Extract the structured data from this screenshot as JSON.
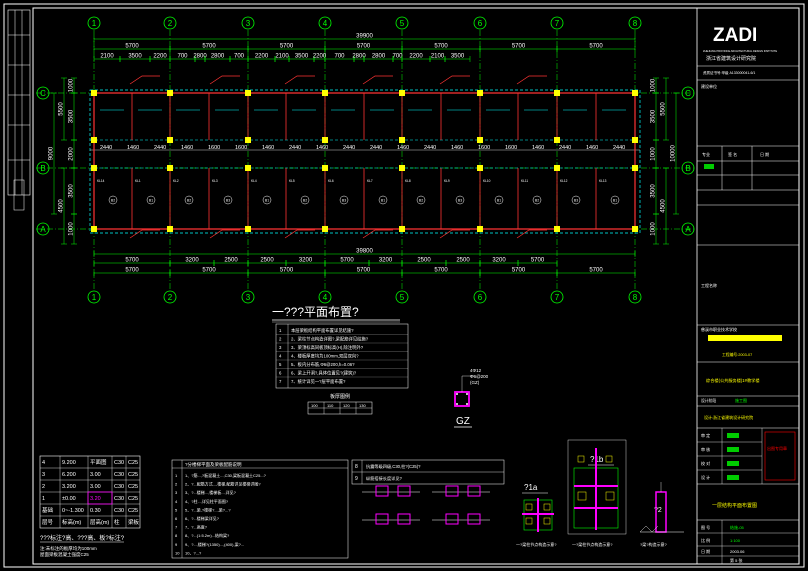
{
  "drawing": {
    "title": "一???平面布置?",
    "grid_columns": [
      "1",
      "2",
      "3",
      "4",
      "5",
      "6",
      "7",
      "8"
    ],
    "grid_rows": [
      "C",
      "B",
      "A"
    ],
    "total_width": "39900",
    "top_spans": [
      "5700",
      "5700",
      "5700",
      "5700",
      "5700",
      "5700",
      "5700"
    ],
    "top_subspans": [
      "2100",
      "3500",
      "2200",
      "700",
      "2800",
      "2800",
      "700",
      "2200",
      "2100",
      "3500",
      "2200",
      "700",
      "2800",
      "2800",
      "700",
      "2200",
      "2100",
      "3500"
    ],
    "bottom_subspans": [
      "5700",
      "3200",
      "2500",
      "2500",
      "3200",
      "5700",
      "3200",
      "2500",
      "2500",
      "3200",
      "5700"
    ],
    "bottom_spans": [
      "5700",
      "5700",
      "5700",
      "5700",
      "5700",
      "5700",
      "5700"
    ],
    "left_dims": [
      "1000",
      "3500",
      "2000",
      "3500",
      "1000"
    ],
    "left_totals": [
      "5500",
      "9000",
      "4500"
    ],
    "right_dims": [
      "1000",
      "3500",
      "1000",
      "3500",
      "1000"
    ],
    "right_totals": [
      "5500",
      "10000",
      "4500"
    ],
    "beam_labels": [
      "2440",
      "1460",
      "2440",
      "1460",
      "1600",
      "1600",
      "1460",
      "2440",
      "1460",
      "2440",
      "2440",
      "1460",
      "2440",
      "1460",
      "1600",
      "1600",
      "1460",
      "2440",
      "1460",
      "2440"
    ],
    "bottom_beam": "39800"
  },
  "level_table": {
    "headers": [
      "",
      "",
      "",
      "",
      ""
    ],
    "rows": [
      [
        "4",
        "9.200",
        "平面图",
        "C30",
        "C25"
      ],
      [
        "3",
        "6.200",
        "3.00",
        "C30",
        "C25"
      ],
      [
        "2",
        "3.200",
        "3.00",
        "C30",
        "C25"
      ],
      [
        "1",
        "±0.00",
        "3.20",
        "C30",
        "C25"
      ],
      [
        "基础",
        "0~-1.300",
        "0.30",
        "C30",
        "C25"
      ],
      [
        "层号",
        "标高(m)",
        "层高(m)",
        "柱",
        "梁板"
      ]
    ],
    "note_title": "???标注?高、???高、板?标注?",
    "note_lines": [
      "注:未标注的板厚均为100mm",
      "屋面梁板混凝土强度C25"
    ]
  },
  "notes_small": {
    "rows": [
      "本层梁板结构平面布置详见结施?",
      "2、梁柱节点构造详图?,梁配筋详见结施?",
      "3、梁顶标高同板顶标高(H),除注明外?",
      "4、楼板厚度均为100mm,双层双向?",
      "5、板内分布筋,Φ6@200,h=0.06?",
      "6、梁上开洞?,具体位置见?(建筑)?",
      "7、统计详见一?层平面布置?"
    ]
  },
  "notes_big": {
    "header": "?分楼梯平面及梁板配筋说明",
    "rows": [
      "1、?筋...,?板混凝土...,C30,梁板混凝土C25...?",
      "2、?...配筋方式...,楼梯,配筋详见楼梯详图?",
      "3、?...楼梯...,楼梯板...,详见?",
      "4、?柱...,详见柱平面图?",
      "5、?...梁,?楼梯?...,梁?...?",
      "6、?...楼梯梁详见?",
      "7、?...高度?",
      "8、?...(1:5.2m)...结构梁?",
      "9、?...,楼梯?(1350)...,(400),梁?...",
      "10、?...?"
    ],
    "side_numbers": [
      "8",
      "9"
    ]
  },
  "mid_notes": {
    "rows": [
      "抗震等级四级,C30,柱?(C25)?",
      "纵筋搭接长度详见?"
    ]
  },
  "legend_table": {
    "title": "板厚图例",
    "cells": [
      "100",
      "110",
      "120",
      "130"
    ]
  },
  "gz_label": "GZ",
  "gz_note": "4Φ12\nΦ6@200\n(GZ)",
  "details": {
    "d1": "?1a",
    "d2": "?1b",
    "d3": "?2",
    "d1_caption": "一?梁柱节点构造示意?",
    "d2_caption": "一?梁柱节点构造示意?",
    "d3_caption": "?梁?构造示意?"
  },
  "title_block": {
    "logo": "ZADI",
    "company_lines": [
      "浙江省建筑设计研究院",
      "ZHEJIANG PROVINCE ARCHITECTURAL DESIGN INSTITUTE"
    ],
    "cert": "资质证书号:甲级 A133000041-6/1",
    "label_owner": "建设单位",
    "row_headers": [
      "专业",
      "签 名",
      "日 期"
    ],
    "row_values": [
      "建筑",
      "",
      ""
    ],
    "project_label": "工程名称",
    "project_name": "慈溪市职业技术学校",
    "project_code": "工程编号:2003-07",
    "sub_project": "综合楼(公共服务楼)1#教学楼",
    "stage_label": "设计阶段",
    "stage_value": "施工图",
    "designer": "设计:浙江省建筑设计研究院",
    "sign_labels": [
      "审 定",
      "审 核",
      "校 对",
      "设 计"
    ],
    "stamp": "出图专用章",
    "drawing_title": "一层结构平面布置图",
    "drawing_no_label": "图 号",
    "drawing_no": "结施-05",
    "scale_label": "比 例",
    "scale": "1:100",
    "date_label": "日 期",
    "date": "2003.06",
    "page": "第 5 张"
  },
  "colors": {
    "grid": "#00ff00",
    "wall": "#ff3333",
    "beam": "#00ffff",
    "text": "#ffffff",
    "yellow": "#ffff00",
    "magenta": "#ff00ff",
    "blue": "#3366ff"
  }
}
